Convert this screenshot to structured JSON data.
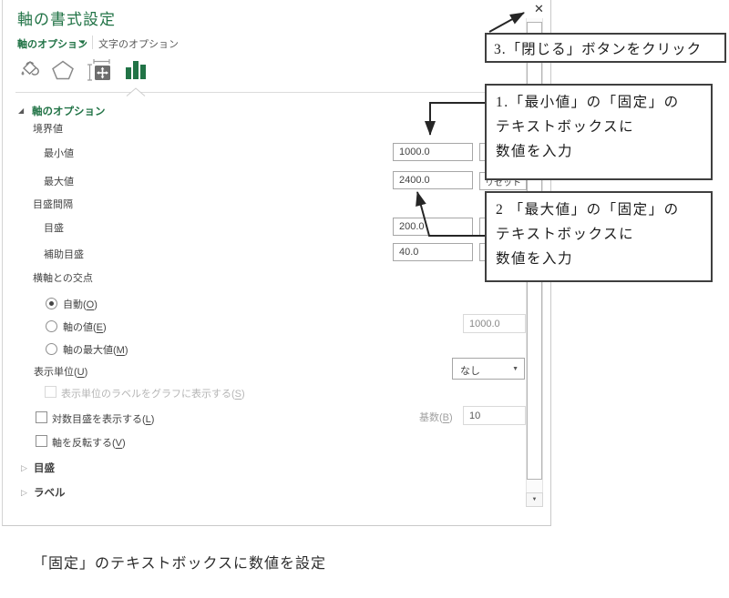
{
  "panel": {
    "title": "軸の書式設定",
    "tabs": {
      "axis_options": "軸のオプション",
      "text_options": "文字のオプション"
    },
    "section_header": "軸のオプション",
    "rows": {
      "boundary_header": "境界値",
      "min_label": "最小値",
      "min_value": "1000.0",
      "max_label": "最大値",
      "max_value": "2400.0",
      "interval_header": "目盛間隔",
      "major_label": "目盛",
      "major_value": "200.0",
      "minor_label": "補助目盛",
      "minor_value": "40.0",
      "cross_header": "横軸との交点",
      "radio_auto": "自動(O)",
      "radio_axis_value": "軸の値(E)",
      "radio_axis_max": "軸の最大値(M)",
      "axis_value_field": "1000.0",
      "display_unit_label": "表示単位(U)",
      "display_unit_value": "なし",
      "unit_label_checkbox": "表示単位のラベルをグラフに表示する(S)",
      "log_checkbox": "対数目盛を表示する(L)",
      "base_label": "基数(B)",
      "base_value": "10",
      "reverse_checkbox": "軸を反転する(V)",
      "collapsed_tick": "目盛",
      "collapsed_label": "ラベル",
      "reset_button": "リセット"
    },
    "icons": {
      "close": "✕",
      "caret_down": "▼",
      "section_expanded": "◢",
      "section_collapsed": "▷",
      "dropdown_arrow": "▼",
      "scroll_down": "▼"
    },
    "colors": {
      "accent_green": "#217346",
      "annotation_border": "#3f3f3f"
    }
  },
  "annotations": {
    "step3": "3.「閉じる」ボタンをクリック",
    "step1_line1": "1.「最小値」の「固定」の",
    "step1_line2": "テキストボックスに",
    "step1_line3": "数値を入力",
    "step2_line1": "2 「最大値」の「固定」の",
    "step2_line2": "テキストボックスに",
    "step2_line3": "数値を入力"
  },
  "caption": "「固定」のテキストボックスに数値を設定"
}
